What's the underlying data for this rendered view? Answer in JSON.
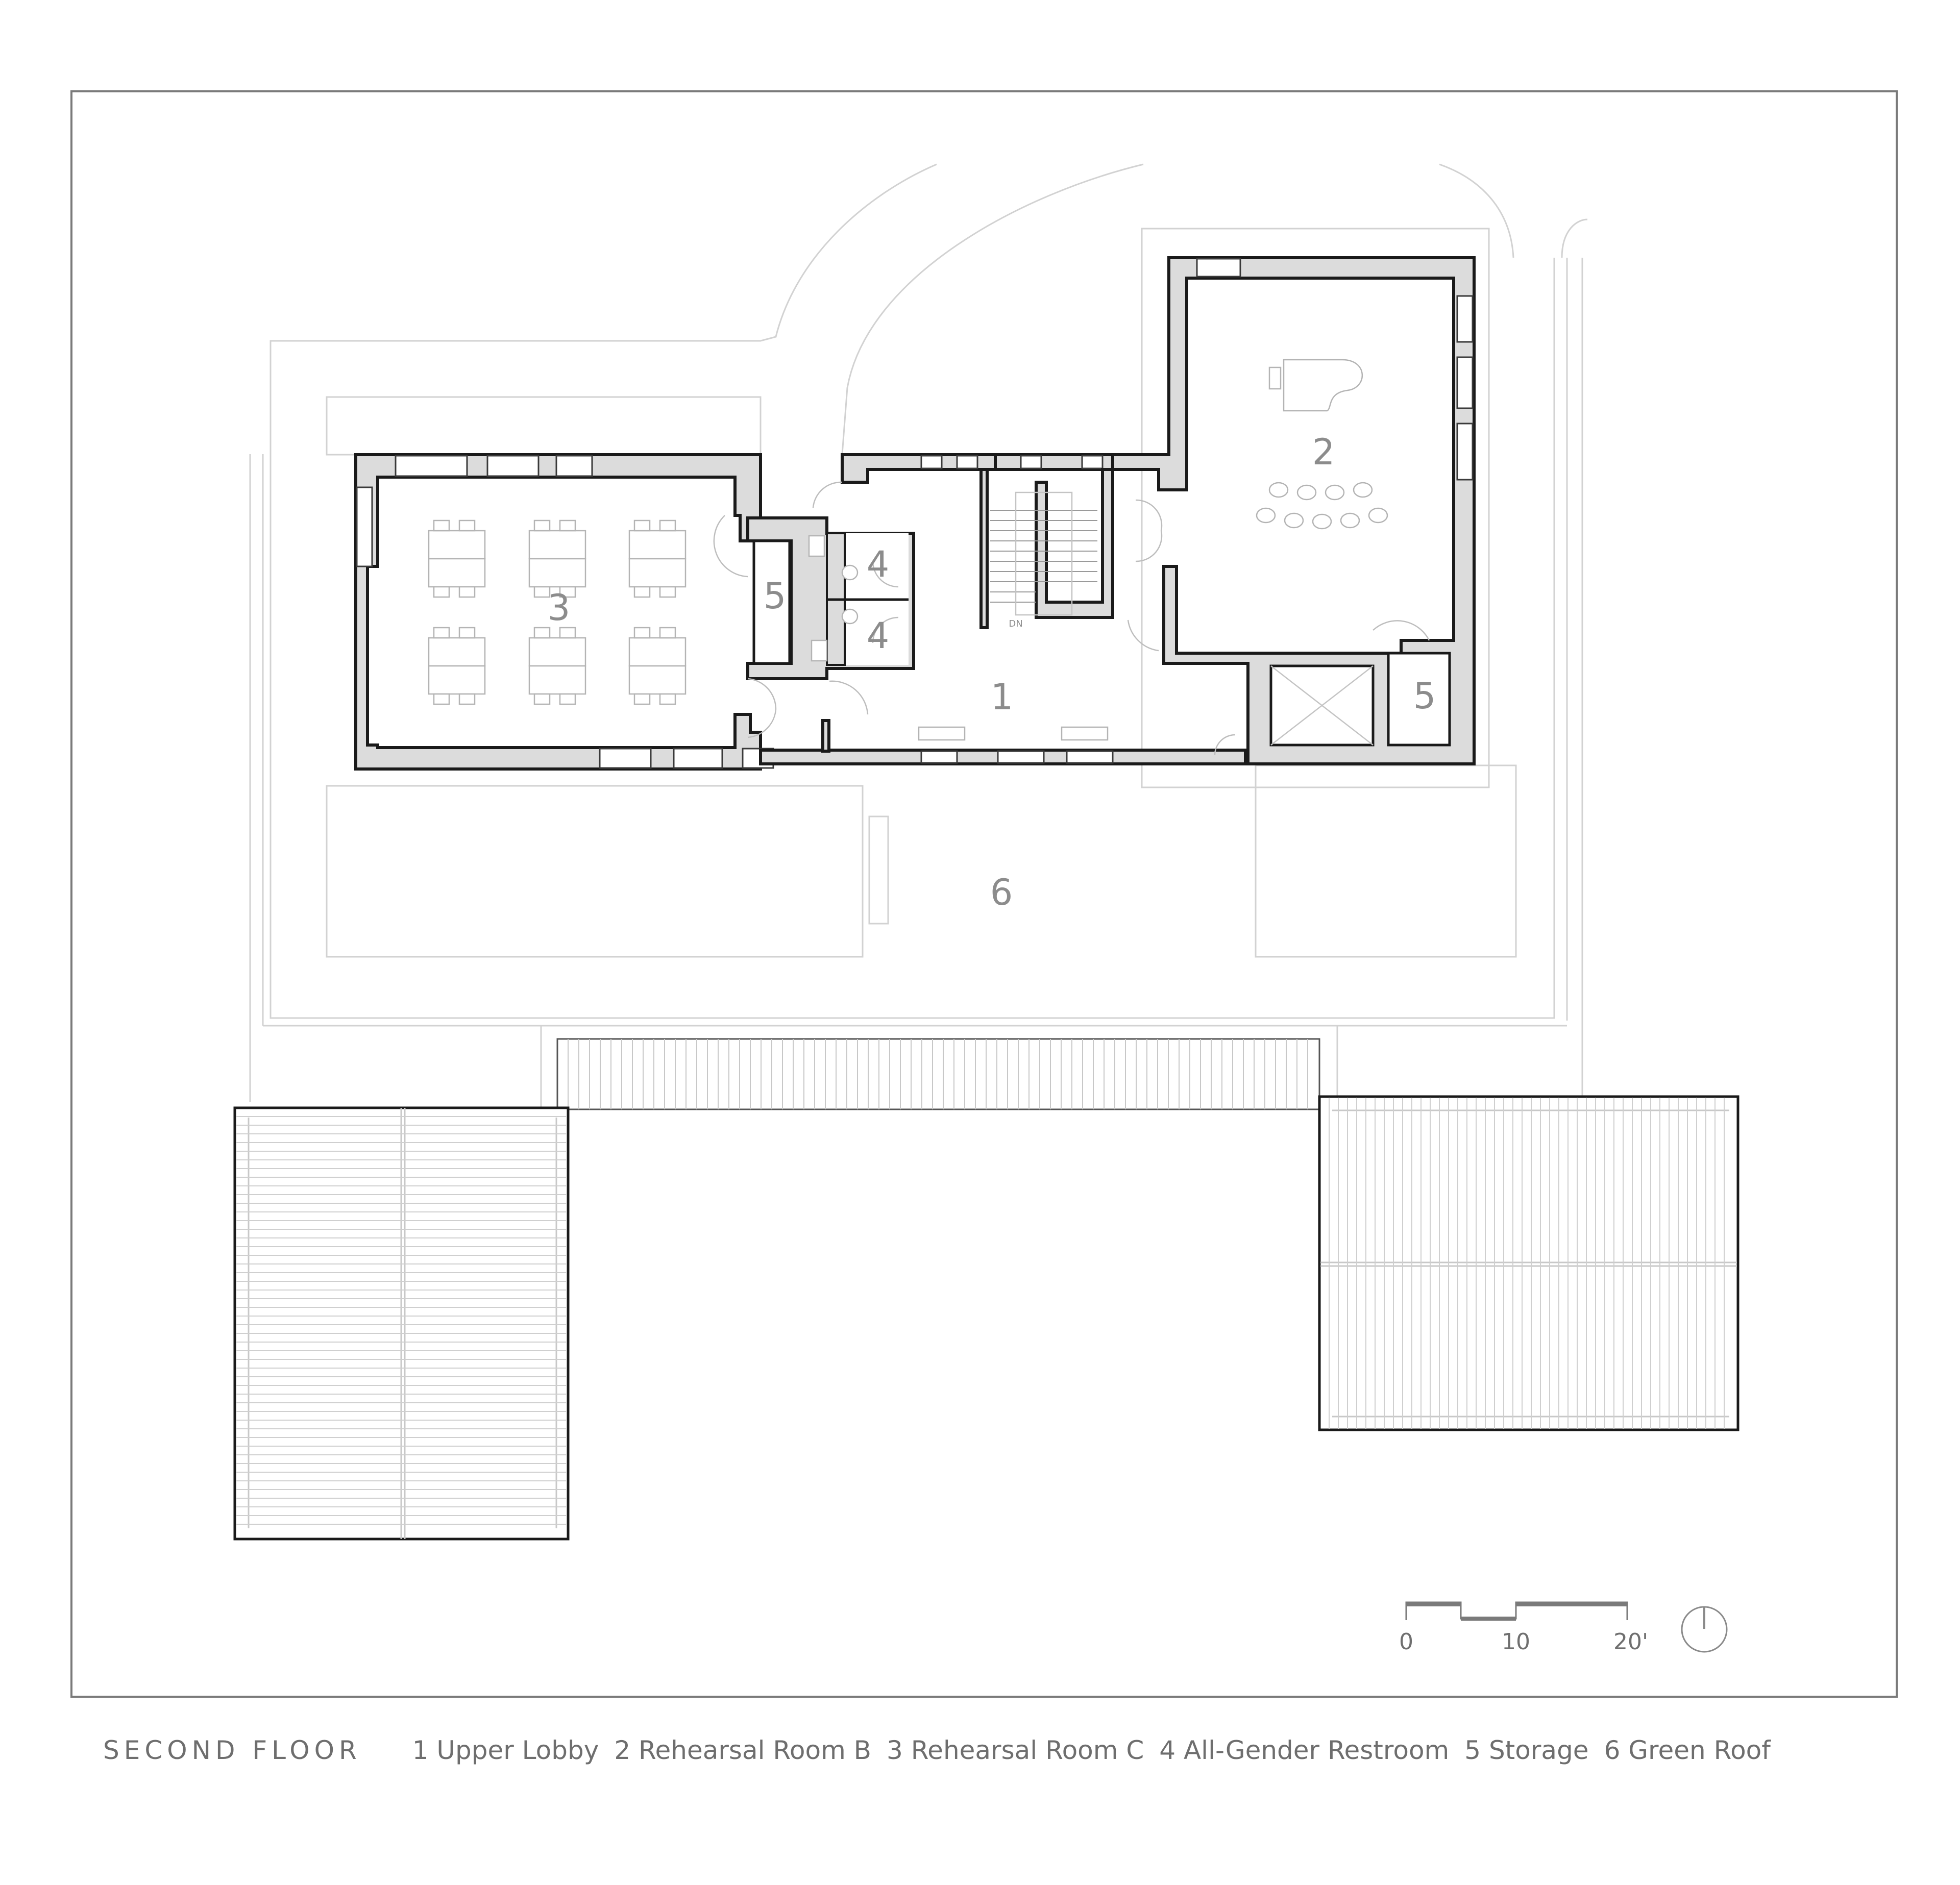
{
  "drawing": {
    "title": "SECOND FLOOR",
    "type": "architectural floor plan"
  },
  "legend": [
    {
      "number": "1",
      "label": "Upper Lobby",
      "text": "1 Upper Lobby"
    },
    {
      "number": "2",
      "label": "Rehearsal Room B",
      "text": "2 Rehearsal Room B"
    },
    {
      "number": "3",
      "label": "Rehearsal Room C",
      "text": "3 Rehearsal Room C"
    },
    {
      "number": "4",
      "label": "All-Gender Restroom",
      "text": "4 All-Gender Restroom"
    },
    {
      "number": "5",
      "label": "Storage",
      "text": "5 Storage"
    },
    {
      "number": "6",
      "label": "Green Roof",
      "text": "6 Green Roof"
    }
  ],
  "room_labels": {
    "lobby": "1",
    "rehearsal_b": "2",
    "rehearsal_c": "3",
    "restroom_upper": "4",
    "restroom_lower": "4",
    "storage_left": "5",
    "storage_right": "5",
    "green_roof": "6"
  },
  "stair": {
    "direction_label": "DN"
  },
  "scale_bar": {
    "ticks": [
      "0",
      "10",
      "20'"
    ],
    "units": "feet"
  },
  "north_arrow": {
    "icon": "north-arrow-icon"
  },
  "colors": {
    "wall_fill": "#dcdcdc",
    "wall_stroke": "#1a1a1a",
    "site_lines": "#d2d2d2",
    "text": "#6e6e6e",
    "frame": "#7a7a7a"
  }
}
